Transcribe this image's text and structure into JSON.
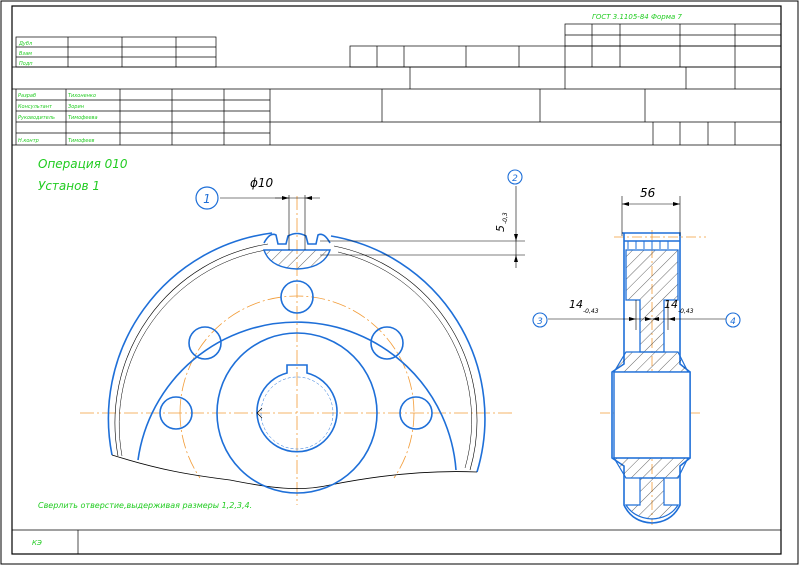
{
  "header": {
    "gost": "ГОСТ 3.1105-84 Форма 7",
    "left_small_rows": [
      "Дубл",
      "Взам",
      "Подп"
    ],
    "roles": [
      {
        "role": "Разраб",
        "name": "Тихоненко"
      },
      {
        "role": "Консультант",
        "name": "Зорин"
      },
      {
        "role": "Руководитель",
        "name": "Тимофеева"
      },
      {
        "role": "",
        "name": ""
      },
      {
        "role": "Н.контр",
        "name": "Тимофеев"
      }
    ]
  },
  "operation": {
    "title": "Операция 010",
    "setup": "Установ 1"
  },
  "dimensions": {
    "bore_diameter": "ϕ10",
    "depth": "5",
    "depth_tol": "-0,3",
    "width": "56",
    "offset_left": "14",
    "offset_left_tol": "-0,43",
    "offset_right": "14",
    "offset_right_tol": "-0,43"
  },
  "balloons": [
    "1",
    "2",
    "3",
    "4"
  ],
  "instruction": "Сверлить отверстие,выдерживая размеры 1,2,3,4.",
  "footer": {
    "code": "КЭ"
  }
}
